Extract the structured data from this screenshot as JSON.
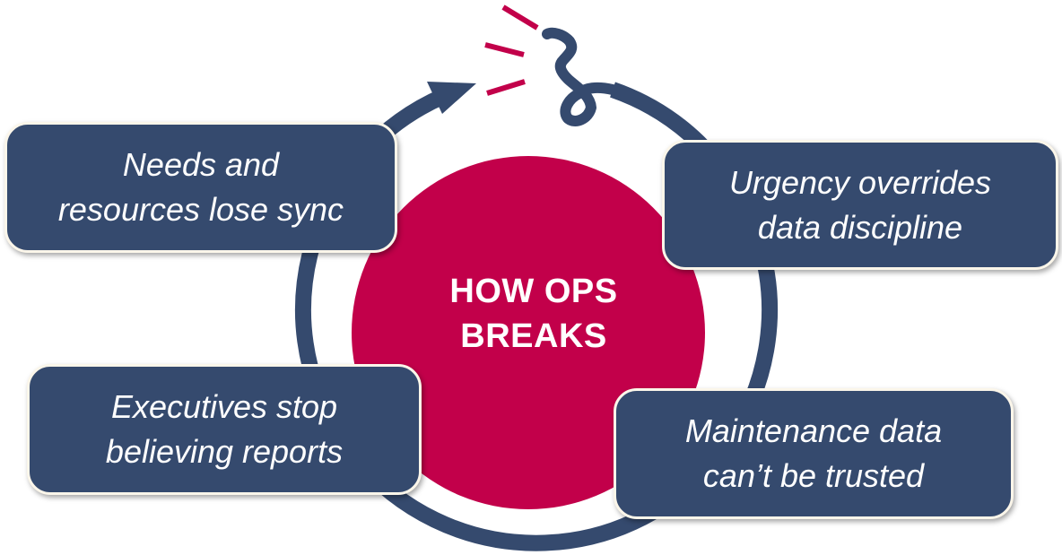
{
  "diagram": {
    "center_title": {
      "line1": "HOW OPS",
      "line2": "BREAKS"
    },
    "stages": [
      {
        "line1": "Needs and",
        "line2": "resources lose sync"
      },
      {
        "line1": "Urgency overrides",
        "line2": "data discipline"
      },
      {
        "line1": "Maintenance data",
        "line2": "can’t be trusted"
      },
      {
        "line1": "Executives stop",
        "line2": "believing reports"
      }
    ]
  },
  "colors": {
    "navy": "#354a6e",
    "crimson": "#c2004a",
    "box_border": "#fbf6ea",
    "background": "#ffffff"
  }
}
